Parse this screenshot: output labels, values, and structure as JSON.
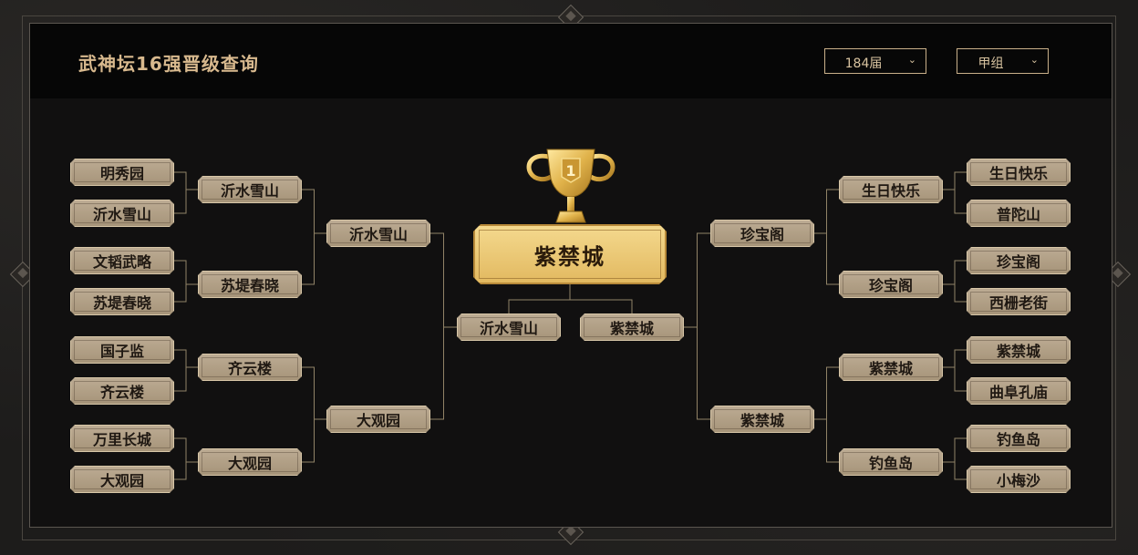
{
  "header": {
    "title": "武神坛16强晋级查询",
    "season_select": "184届",
    "group_select": "甲组"
  },
  "trophy": {
    "rank": "1"
  },
  "left": {
    "round16": [
      "明秀园",
      "沂水雪山",
      "文韬武略",
      "苏堤春晓",
      "国子监",
      "齐云楼",
      "万里长城",
      "大观园"
    ],
    "quarter": [
      "沂水雪山",
      "苏堤春晓",
      "齐云楼",
      "大观园"
    ],
    "semi": [
      "沂水雪山",
      "大观园"
    ],
    "final": "沂水雪山"
  },
  "right": {
    "round16": [
      "生日快乐",
      "普陀山",
      "珍宝阁",
      "西栅老街",
      "紫禁城",
      "曲阜孔庙",
      "钓鱼岛",
      "小梅沙"
    ],
    "quarter": [
      "生日快乐",
      "珍宝阁",
      "紫禁城",
      "钓鱼岛"
    ],
    "semi": [
      "珍宝阁",
      "紫禁城"
    ],
    "final": "紫禁城"
  },
  "champion": "紫禁城"
}
